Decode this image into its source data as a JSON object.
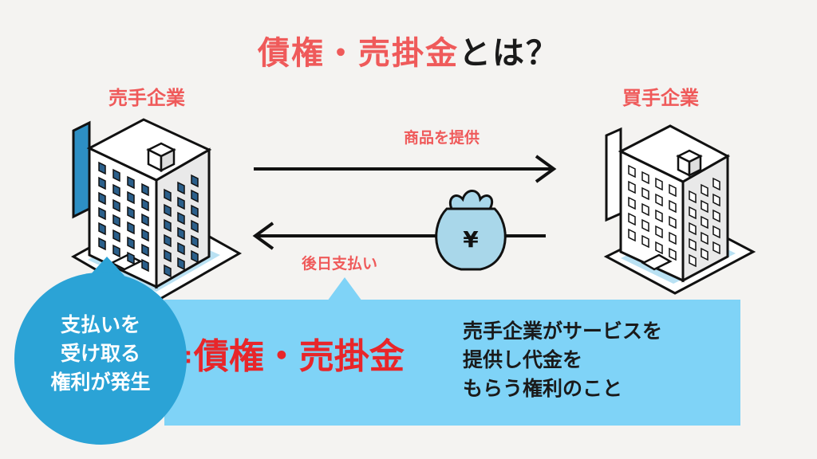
{
  "title": {
    "highlight": "債権・売掛金",
    "rest": "とは？"
  },
  "seller": {
    "label": "売手企業"
  },
  "buyer": {
    "label": "買手企業"
  },
  "flows": {
    "goods": "商品を提供",
    "payment": "後日支払い"
  },
  "money_bag": {
    "symbol": "¥"
  },
  "definition": {
    "term": "=債権・売掛金",
    "description_lines": [
      "売手企業がサービスを",
      "提供し代金を",
      "もらう権利のこと"
    ]
  },
  "callout": {
    "lines": [
      "支払いを",
      "受け取る",
      "権利が発生"
    ]
  },
  "colors": {
    "accent_red": "#ef5a5a",
    "term_red": "#e8262a",
    "panel_blue": "#7fd3f7",
    "circle_blue": "#2ba3d6",
    "bag_blue": "#a9d7ea",
    "background": "#f4f3f1"
  }
}
